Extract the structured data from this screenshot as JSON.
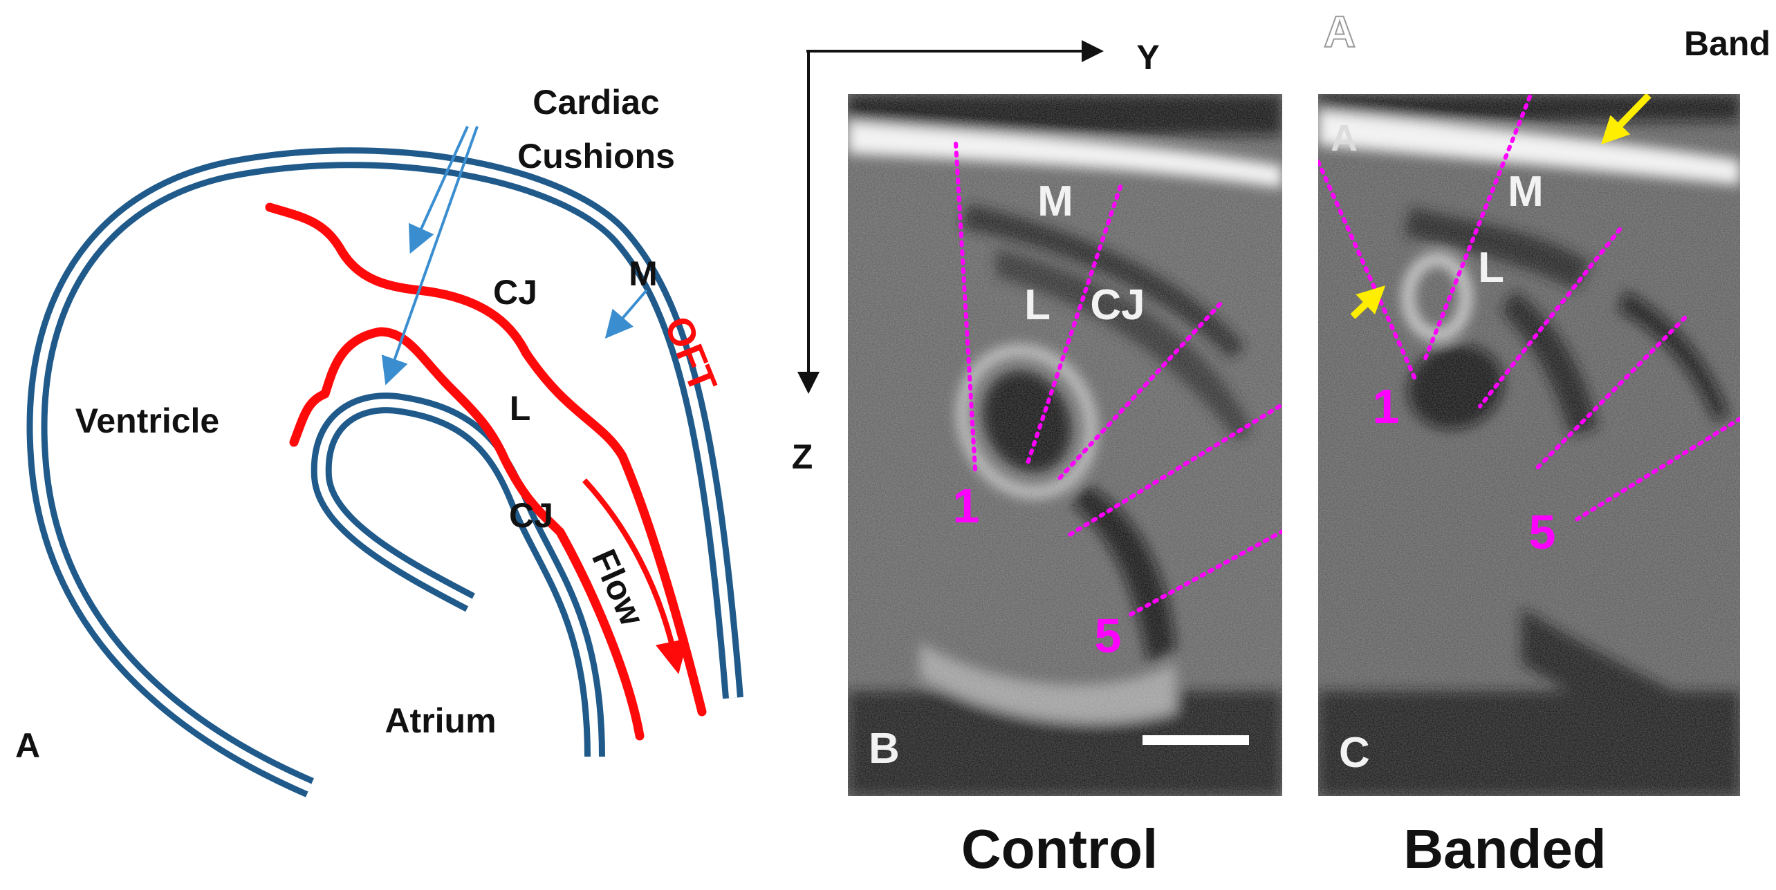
{
  "panel_a": {
    "panel_letter": "A",
    "labels": {
      "cushions_line1": "Cardiac",
      "cushions_line2": "Cushions",
      "ventricle": "Ventricle",
      "atrium": "Atrium",
      "cj_upper": "CJ",
      "cj_lower": "CJ",
      "myocardium": "M",
      "lumen": "L",
      "oft": "OFT",
      "flow": "Flow"
    },
    "colors": {
      "vessel": "#1f5a8a",
      "lumen_line": "#ff0a0a",
      "pointer": "#3a8ed0"
    }
  },
  "axes": {
    "y_label": "Y",
    "z_label": "Z"
  },
  "panel_b": {
    "panel_letter": "B",
    "caption": "Control",
    "labels": {
      "myocardium": "M",
      "lumen": "L",
      "cj": "CJ"
    },
    "section_start": "1",
    "section_end": "5"
  },
  "panel_c": {
    "panel_letter": "C",
    "caption": "Banded",
    "band_label": "Band",
    "faint_letter_outside": "A",
    "faint_letter_inside": "A",
    "labels": {
      "myocardium": "M",
      "lumen": "L"
    },
    "section_start": "1",
    "section_end": "5",
    "arrow_color": "#ffee00"
  },
  "colors": {
    "section_lines": "#ff00ff",
    "label_white": "#f2f2f2"
  }
}
